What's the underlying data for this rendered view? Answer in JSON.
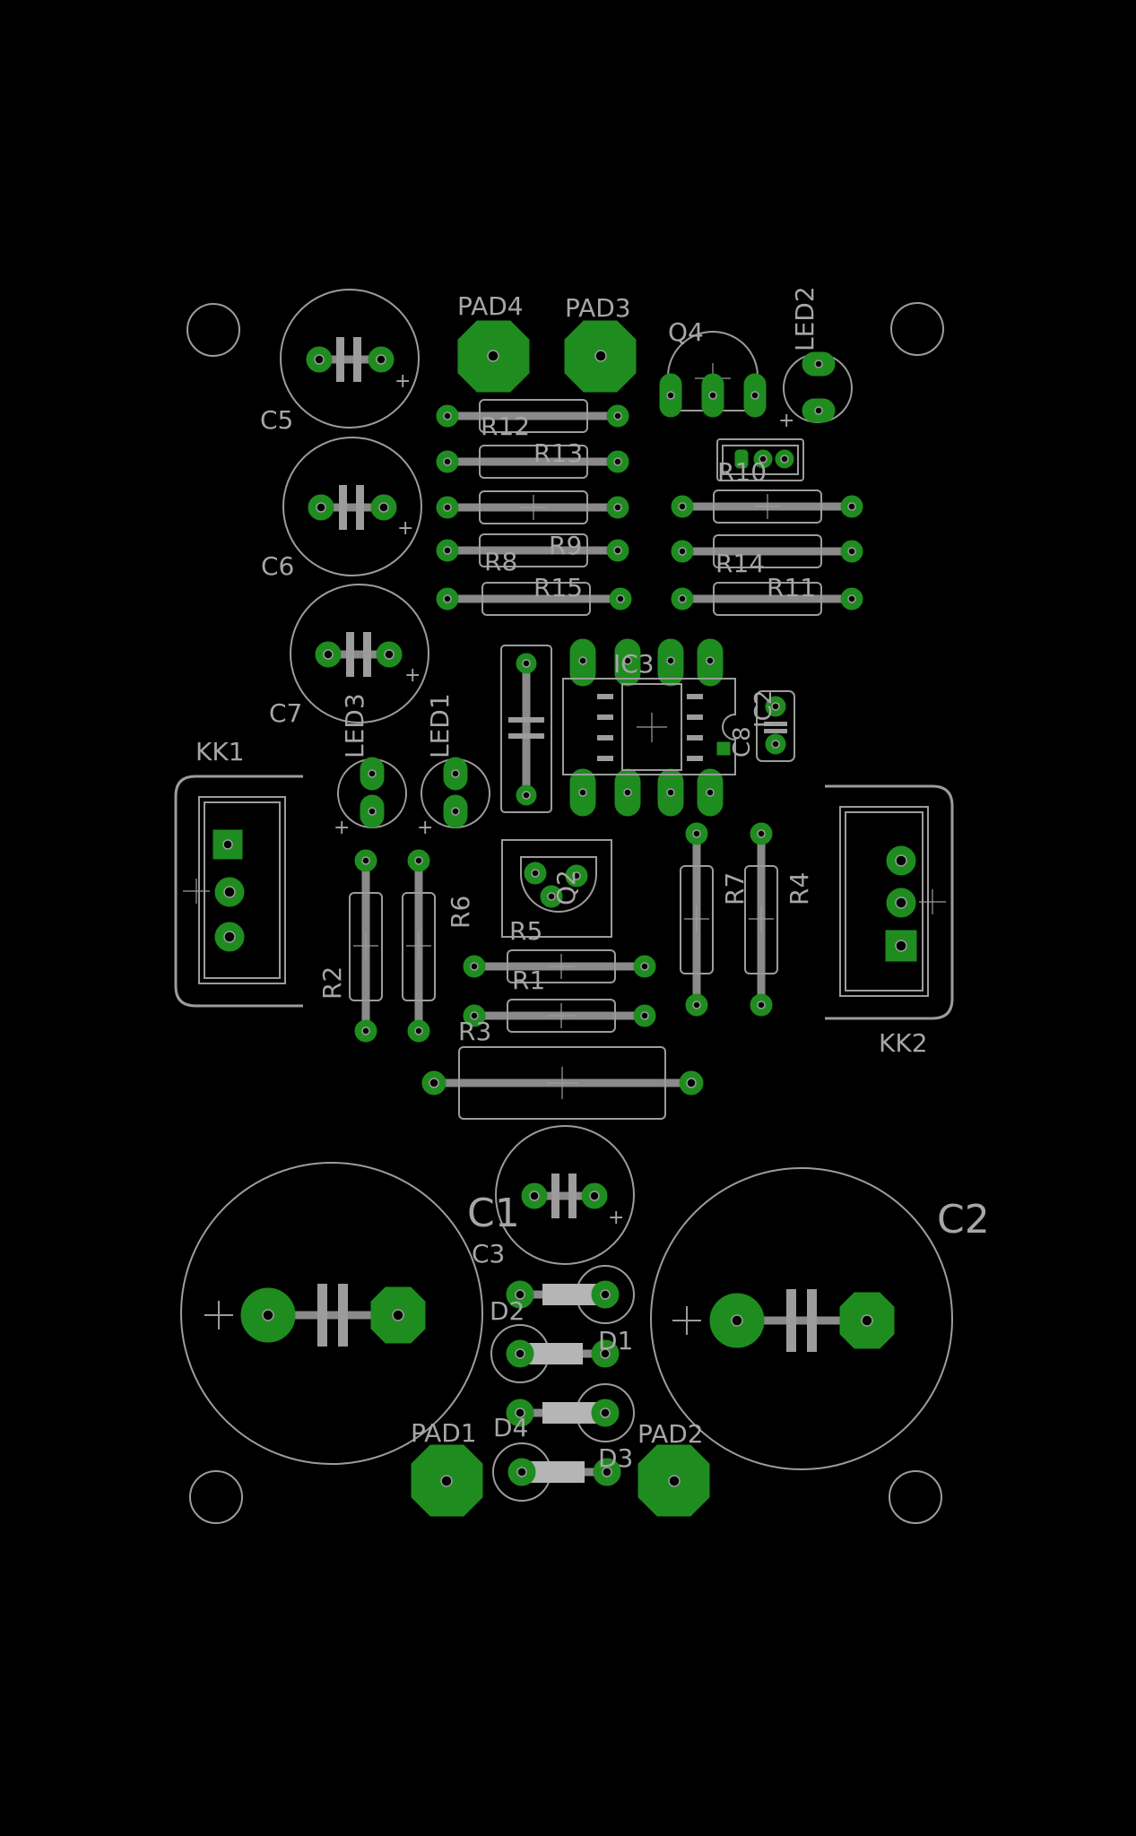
{
  "labels": {
    "pad4": "PAD4",
    "pad3": "PAD3",
    "q4": "Q4",
    "led2": "LED2",
    "c5": "C5",
    "r12": "R12",
    "r13": "R13",
    "r10": "R10",
    "c6": "C6",
    "r9": "R9",
    "r8": "R8",
    "r14": "R14",
    "r15": "R15",
    "r11": "R11",
    "c7": "C7",
    "ic3": "IC3",
    "ic2": "IC2",
    "c8": "C8",
    "led3": "LED3",
    "led1": "LED1",
    "kk1": "KK1",
    "q2": "Q2",
    "r7": "R7",
    "r4": "R4",
    "r6": "R6",
    "r5": "R5",
    "r1": "R1",
    "r2": "R2",
    "r3": "R3",
    "kk2": "KK2",
    "c1": "C1",
    "c3": "C3",
    "c2": "C2",
    "d2": "D2",
    "d1": "D1",
    "d4": "D4",
    "d3": "D3",
    "pad1": "PAD1",
    "pad2": "PAD2"
  },
  "colors": {
    "background": "#000000",
    "copper": "#1f8c1f",
    "silkscreen": "#9c9c9c",
    "text": "#a6a6a6"
  }
}
